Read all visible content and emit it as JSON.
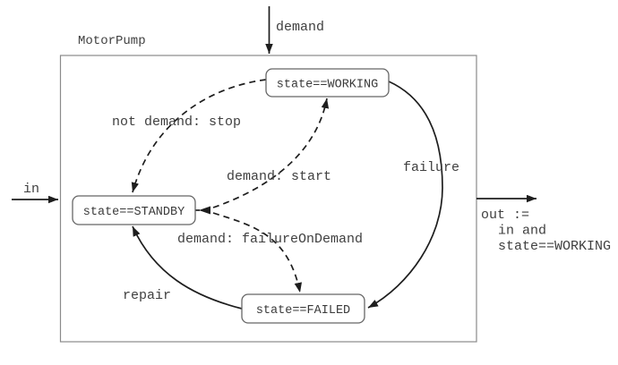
{
  "figure": {
    "title": "MotorPump",
    "io": {
      "demand_label": "demand",
      "in_label": "in",
      "out_lines": [
        "out :=",
        "in and",
        "state==WORKING"
      ]
    },
    "states": {
      "working": "state==WORKING",
      "standby": "state==STANDBY",
      "failed": "state==FAILED"
    },
    "transitions": {
      "stop": "not demand: stop",
      "start": "demand: start",
      "failure": "failure",
      "failure_on_demand": "demand: failureOnDemand",
      "repair": "repair"
    },
    "colors": {
      "arrow": "#1e1e1e",
      "state_border": "#666666",
      "container_border": "#8a8a8a",
      "text": "#3f3f3f",
      "background": "#ffffff"
    }
  }
}
